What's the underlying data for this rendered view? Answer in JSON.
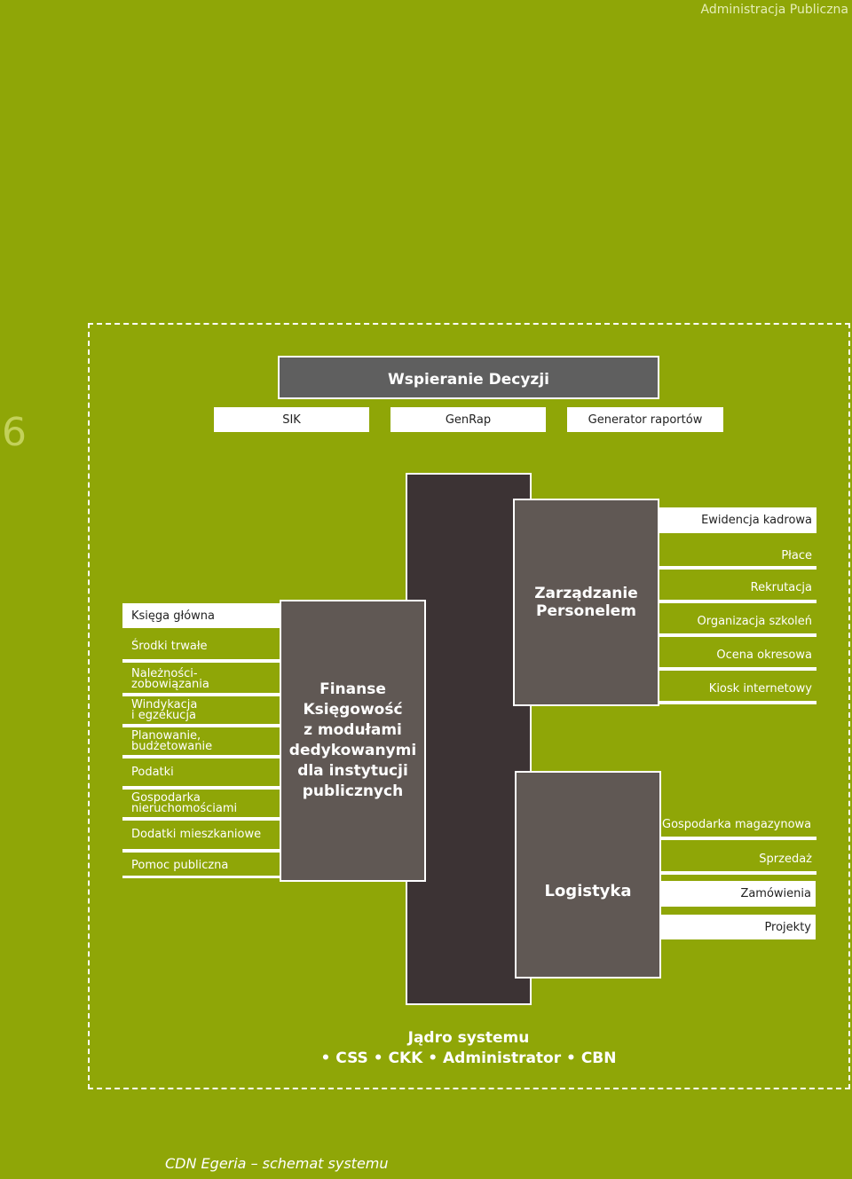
{
  "header": {
    "section": "Administracja Publiczna",
    "page_number": "6"
  },
  "decision": {
    "title": "Wspieranie Decyzji",
    "tools": [
      "SIK",
      "GenRap",
      "Generator raportów"
    ]
  },
  "finance": {
    "title_lines": [
      "Finanse",
      "Księgowość",
      "z modułami",
      "dedykowanymi",
      "dla instytucji",
      "publicznych"
    ],
    "modules": [
      [
        "Księga główna"
      ],
      [
        "Środki trwałe"
      ],
      [
        "Należności-",
        "zobowiązania"
      ],
      [
        "Windykacja",
        "i egzekucja"
      ],
      [
        "Planowanie,",
        "budżetowanie"
      ],
      [
        "Podatki"
      ],
      [
        "Gospodarka",
        "nieruchomościami"
      ],
      [
        "Dodatki mieszkaniowe"
      ],
      [
        "Pomoc publiczna"
      ]
    ]
  },
  "hr": {
    "title_lines": [
      "Zarządzanie",
      "Personelem"
    ],
    "modules": [
      "Ewidencja kadrowa",
      "Płace",
      "Rekrutacja",
      "Organizacja szkoleń",
      "Ocena okresowa",
      "Kiosk internetowy"
    ]
  },
  "logistics": {
    "title": "Logistyka",
    "modules": [
      "Gospodarka magazynowa",
      "Sprzedaż",
      "Zamówienia",
      "Projekty"
    ]
  },
  "core": {
    "title": "Jądro systemu",
    "components": "• CSS • CKK • Administrator • CBN"
  },
  "caption": "CDN Egeria – schemat systemu"
}
